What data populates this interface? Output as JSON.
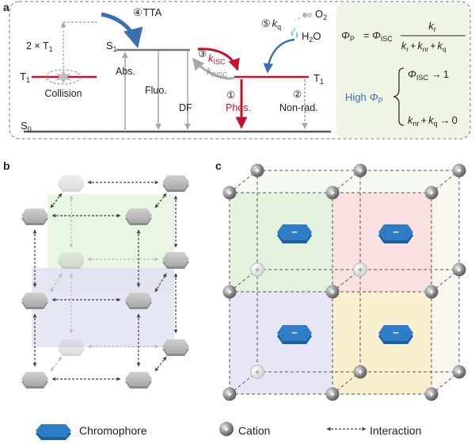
{
  "panel_a": {
    "tag": "a",
    "two_t1_prefix": "2 × T",
    "two_t1_sub": "1",
    "t1_left_main": "T",
    "t1_left_sub": "1",
    "collision": "Collision",
    "s1_main": "S",
    "s1_sub": "1",
    "abs": "Abs.",
    "fluo": "Fluo.",
    "df": "DF",
    "s0_main": "S",
    "s0_sub": "0",
    "tta_num": "④",
    "tta": "TTA",
    "isc_num": "③",
    "k_isc_main": "k",
    "k_isc_sub": "ISC",
    "k_risc_main": "k",
    "k_risc_sub": "RISC",
    "phos_num": "①",
    "phos": "Phos.",
    "nonrad_num": "②",
    "nonrad": "Non-rad.",
    "t1_right_main": "T",
    "t1_right_sub": "1",
    "quench_num": "⑤",
    "kq_main": "k",
    "kq_sub": "q",
    "o2_main": "O",
    "o2_sub": "2",
    "h2o_main": "H",
    "h2o_sub": "2",
    "h2o_end": "O",
    "eq_phi_p_main": "Φ",
    "eq_phi_p_sub": "P",
    "eq_equals": "=",
    "eq_phi_isc_main": "Φ",
    "eq_phi_isc_sub": "ISC",
    "eq_num_main": "k",
    "eq_num_sub": "r",
    "eq_den_k1": "k",
    "eq_den_s1": "r",
    "eq_den_plus1": "+",
    "eq_den_k2": "k",
    "eq_den_s2": "nr",
    "eq_den_plus2": "+",
    "eq_den_k3": "k",
    "eq_den_s3": "q",
    "high": "High",
    "high_phi_main": "Φ",
    "high_phi_sub": "P",
    "cond1_main": "Φ",
    "cond1_sub": "ISC",
    "cond1_arrow": "→",
    "cond1_val": "1",
    "cond2_k1": "k",
    "cond2_s1": "nr",
    "cond2_plus": "+",
    "cond2_k2": "k",
    "cond2_s2": "q",
    "cond2_arrow": "→",
    "cond2_val": "0"
  },
  "panel_b": {
    "tag": "b"
  },
  "panel_c": {
    "tag": "c",
    "cation_symbol": "+",
    "chromophore_symbol": "−"
  },
  "legend": {
    "chromophore": "Chromophore",
    "cation": "Cation",
    "cation_symbol": "+",
    "interaction": "Interaction"
  },
  "colors": {
    "red": "#c8102e",
    "blue": "#3a6fb0",
    "chromophore": "#2f7dc6",
    "cube_green": "#dff0d8",
    "cube_pink": "#f8dcdc",
    "cube_purple": "#e2e2f5",
    "cube_yellow": "#f8edc8",
    "equation_bg": "#eef5e4"
  }
}
